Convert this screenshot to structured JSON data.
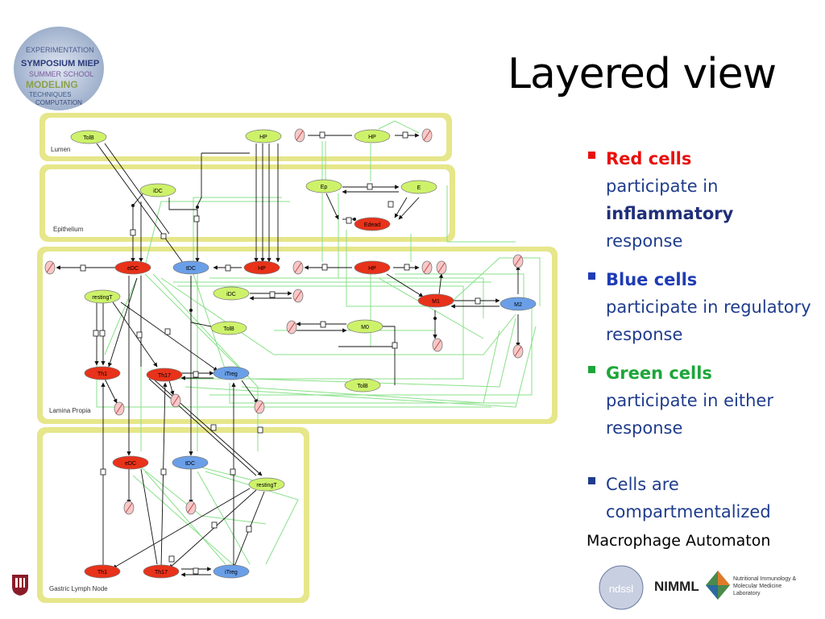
{
  "slide": {
    "title": "Layered view",
    "subtitle_note": "Macrophage Automaton"
  },
  "top_logo": {
    "words": [
      "SYMPOSIUM MIEP",
      "EXPERIMENTATION",
      "SUMMER SCHOOL",
      "MODELING",
      "TECHNIQUES",
      "COMPUTATION"
    ]
  },
  "bullets": [
    {
      "head": "Red cells",
      "body": "participate in",
      "bold2": "inflammatory",
      "tail": "response",
      "color": "#e8100c"
    },
    {
      "head": "Blue cells",
      "body": "participate in regulatory response",
      "color": "#1f3cb4"
    },
    {
      "head": "Green cells",
      "body": "participate in either response",
      "color": "#1da63a"
    },
    {
      "head": "",
      "body": "Cells are compartmentalized",
      "color": "#1f2f7a"
    }
  ],
  "compartments": {
    "lumen": "Lumen",
    "epithelium": "Epithelium",
    "lamina": "Lamina Propia",
    "lymph": "Gastric Lymph Node"
  },
  "nodes": {
    "lumen_tolb": "TolB",
    "lumen_hp": "HP",
    "lumen_hp2": "HP",
    "epi_idc": "iDC",
    "epi_ep": "Ep",
    "epi_e": "E",
    "epi_edead": "Edead",
    "lp_edc": "eDC",
    "lp_tdc": "tDC",
    "lp_hp": "HP",
    "lp_hp2": "HP",
    "lp_restingt": "restingT",
    "lp_idc": "iDC",
    "lp_tolb": "TolB",
    "lp_m0": "M0",
    "lp_m1": "M1",
    "lp_m2": "M2",
    "lp_th1": "Th1",
    "lp_th17": "Th17",
    "lp_itreg": "iTreg",
    "lp_tolb2": "TolB",
    "gln_edc": "eDC",
    "gln_tdc": "tDC",
    "gln_restingt": "restingT",
    "gln_th1": "Th1",
    "gln_th17": "Th17",
    "gln_itreg": "iTreg"
  },
  "colors": {
    "red_node": "#e8321a",
    "blue_node": "#6a9fe8",
    "green_node": "#cdf26a",
    "compartment_border": "#d4d44a",
    "compartment_fill": "#f6f6c8",
    "link_green": "#7de07d"
  },
  "bottom_logos": {
    "ndssl": "ndssl",
    "nimml": "NIMML",
    "nimml_desc": "Nutritional Immunology & Molecular Medicine Laboratory"
  }
}
